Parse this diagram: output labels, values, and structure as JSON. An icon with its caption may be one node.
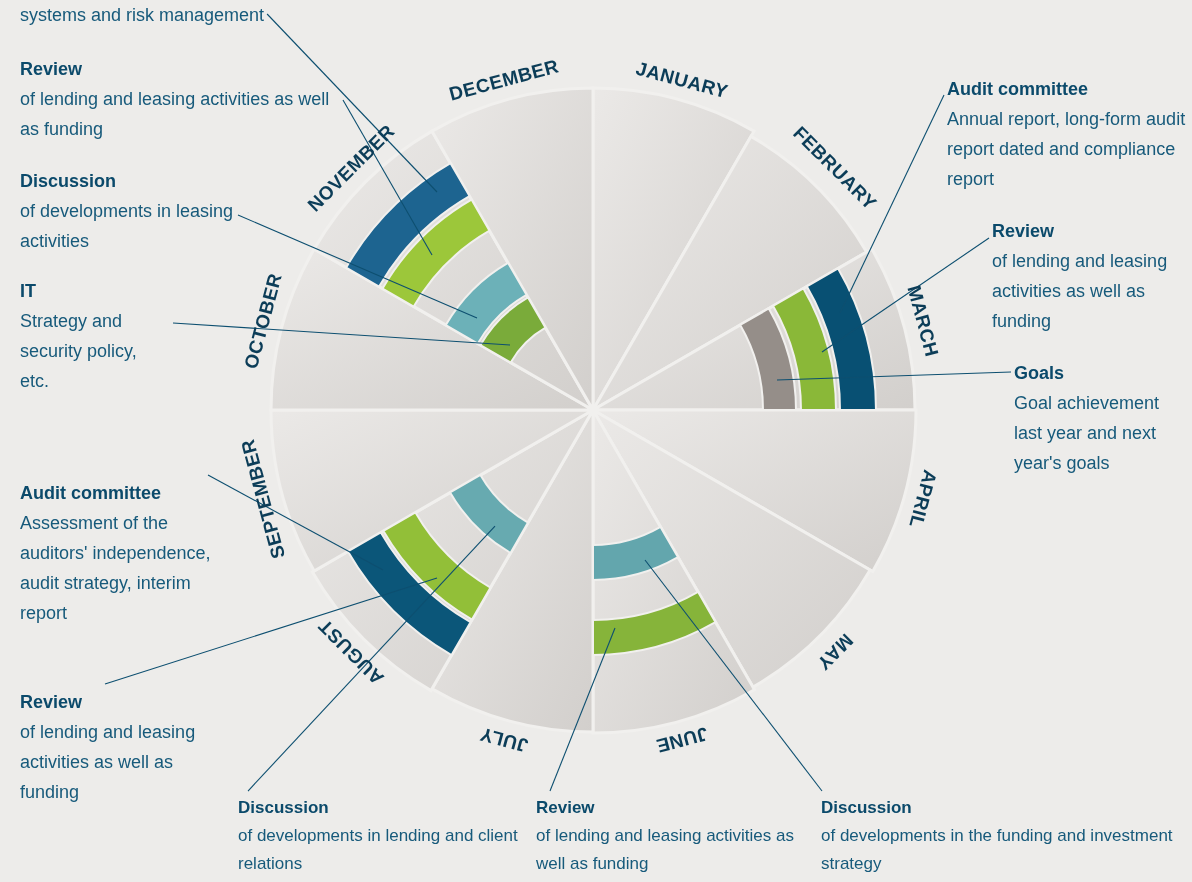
{
  "diagram": {
    "nodes": [
      {
        "text": [
          "systems and risk management"
        ]
      },
      {
        "text": [
          "Review",
          "of lending and leasing activities as well as funding"
        ]
      },
      {
        "text": [
          "Discussion",
          "of developments in leasing activities"
        ]
      },
      {
        "text": [
          "IT",
          "Strategy and security policy, etc."
        ]
      },
      {
        "text": [
          "Audit committee",
          "Annual report, long-form audit report dated and compliance report"
        ]
      },
      {
        "text": [
          "Review",
          "of lending and leasing activities as well as funding"
        ]
      },
      {
        "text": [
          "Goals",
          "Goal achievement last year and next year's goals"
        ]
      },
      {
        "text": [
          "Audit committee",
          "Assessment of the auditors' independence, audit strategy, interim report"
        ]
      },
      {
        "text": [
          "Review",
          "of lending and leasing activities as well as funding"
        ]
      },
      {
        "text": [
          "Discussion",
          "of developments in lending and client relations"
        ]
      },
      {
        "text": [
          "Review",
          "of lending and leasing activities as well as funding"
        ]
      },
      {
        "text": [
          "Discussion",
          "of developments in the funding and investment strategy"
        ]
      },
      {
        "text": [],
        "shape": "bar"
      },
      {
        "text": [],
        "shape": "bar"
      },
      {
        "text": [],
        "shape": "bar"
      },
      {
        "text": [],
        "shape": "bar"
      },
      {
        "text": [],
        "shape": "bar"
      },
      {
        "text": [],
        "shape": "bar"
      },
      {
        "text": [],
        "shape": "bar"
      },
      {
        "text": [],
        "shape": "bar"
      },
      {
        "text": [],
        "shape": "bar"
      },
      {
        "text": [],
        "shape": "bar"
      },
      {
        "text": [],
        "shape": "bar"
      },
      {
        "text": [],
        "shape": "bar"
      }
    ],
    "edges": [
      {
        "from": 0,
        "to": 12,
        "arrow": "none"
      },
      {
        "from": 1,
        "to": 13,
        "arrow": "none"
      },
      {
        "from": 2,
        "to": 14,
        "arrow": "none"
      },
      {
        "from": 3,
        "to": 15,
        "arrow": "none"
      },
      {
        "from": 4,
        "to": 18,
        "arrow": "none"
      },
      {
        "from": 5,
        "to": 17,
        "arrow": "none"
      },
      {
        "from": 6,
        "to": 16,
        "arrow": "none"
      },
      {
        "from": 7,
        "to": 19,
        "arrow": "none"
      },
      {
        "from": 8,
        "to": 20,
        "arrow": "none"
      },
      {
        "from": 9,
        "to": 21,
        "arrow": "none"
      },
      {
        "from": 10,
        "to": 23,
        "arrow": "none"
      },
      {
        "from": 11,
        "to": 22,
        "arrow": "none"
      }
    ],
    "labels": [
      "JANUARY",
      "FEBRUARY",
      "MARCH",
      "APRIL",
      "MAY",
      "JUNE",
      "JULY",
      "AUGUST",
      "SEPTEMBER",
      "OCTOBER",
      "NOVEMBER",
      "DECEMBER"
    ]
  }
}
